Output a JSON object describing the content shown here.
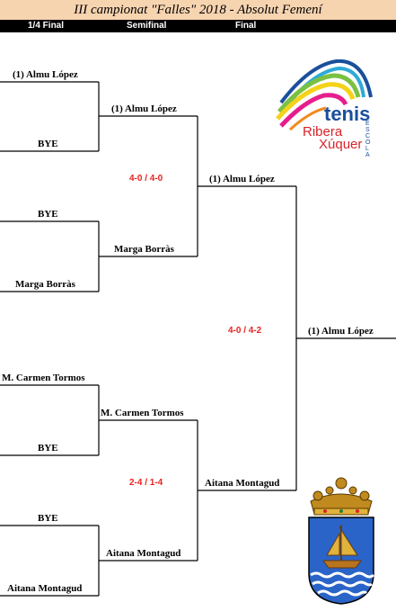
{
  "title": "III campionat \"Falles\" 2018 - Absolut Femení",
  "rounds": {
    "quarter": "1/4 Final",
    "semi": "Semifinal",
    "final": "Final"
  },
  "quarterfinal": [
    "(1) Almu López",
    "BYE",
    "BYE",
    "Marga Borràs",
    "M. Carmen Tormos",
    "BYE",
    "BYE",
    "Aitana Montagud"
  ],
  "semifinal": [
    "(1) Almu López",
    "Marga Borràs",
    "M. Carmen Tormos",
    "Aitana Montagud"
  ],
  "final": [
    "(1) Almu López",
    "Aitana Montagud"
  ],
  "champion": "(1) Almu López",
  "scores": {
    "semi_top": "4-0 / 4-0",
    "semi_bottom": "2-4 / 1-4",
    "final": "4-0 / 4-2"
  },
  "logo": {
    "word": "tenis",
    "line1": "Ribera",
    "line2": "Xúquer",
    "side": "ESCOLA"
  },
  "colors": {
    "title_bg": "#f7d4b0",
    "header_bg": "#000000",
    "score": "#e8231f",
    "logo_blue": "#1a4f9c",
    "logo_red": "#d8232a"
  }
}
